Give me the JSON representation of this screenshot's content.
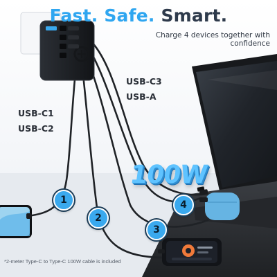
{
  "headline": {
    "part1": "Fast. Safe.",
    "part2": "Smart."
  },
  "tagline": "Charge 4 devices together with confidence",
  "port_groups": {
    "right": [
      "USB-C3",
      "USB-A"
    ],
    "left": [
      "USB-C1",
      "USB-C2"
    ]
  },
  "power_badge": "100W",
  "port_numbers": [
    "1",
    "2",
    "3",
    "4"
  ],
  "footnote": "*2-meter Type-C to Type-C 100W cable is included",
  "colors": {
    "accent_blue": "#2fa6f0",
    "headline_dark": "#2e3a4b",
    "charger_body": "#1e2126",
    "badge_fill": "#3aa9ee",
    "laptop_body": "#2b2d31",
    "earbuds_case": "#66b4e3"
  }
}
